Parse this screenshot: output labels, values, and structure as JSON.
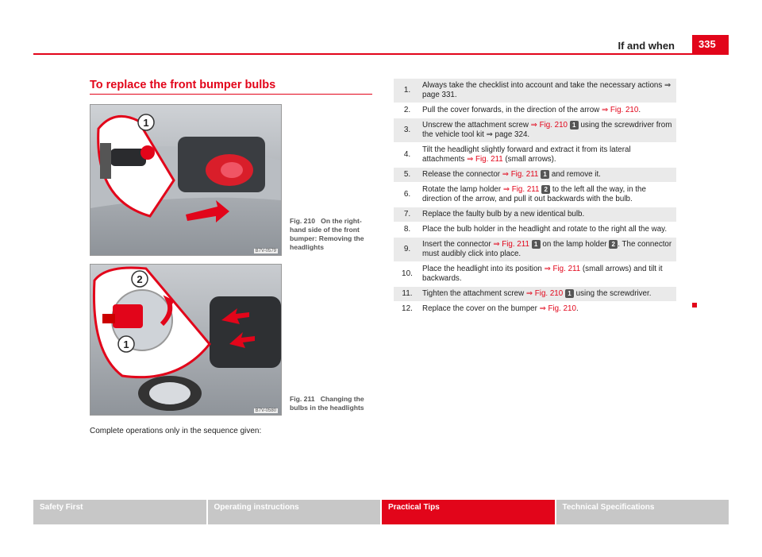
{
  "header": {
    "title": "If and when",
    "page_number": "335"
  },
  "section": {
    "title": "To replace the front bumper bulbs"
  },
  "figures": [
    {
      "code": "B7V-0579",
      "caption_num": "Fig. 210",
      "caption_text": "On the right-hand side of the front bumper: Removing the headlights",
      "callouts": [
        "1"
      ]
    },
    {
      "code": "B7V-0580",
      "caption_num": "Fig. 211",
      "caption_text": "Changing the bulbs in the headlights",
      "callouts": [
        "2",
        "1"
      ]
    }
  ],
  "intro": "Complete operations only in the sequence given:",
  "steps": [
    {
      "num": "1.",
      "parts": [
        {
          "t": "Always take the checklist into account and take the necessary actions ⇒ page 331."
        }
      ]
    },
    {
      "num": "2.",
      "parts": [
        {
          "t": "Pull the cover forwards, in the direction of the arrow "
        },
        {
          "t": "⇒ Fig. 210",
          "x": 1
        },
        {
          "t": "."
        }
      ]
    },
    {
      "num": "3.",
      "parts": [
        {
          "t": "Unscrew the attachment screw "
        },
        {
          "t": "⇒ Fig. 210",
          "x": 1
        },
        {
          "t": " "
        },
        {
          "t": "1",
          "b": 1
        },
        {
          "t": " using the screwdriver from the vehicle tool kit ⇒ page 324."
        }
      ]
    },
    {
      "num": "4.",
      "parts": [
        {
          "t": "Tilt the headlight slightly forward and extract it from its lateral attachments "
        },
        {
          "t": "⇒ Fig. 211",
          "x": 1
        },
        {
          "t": " (small arrows)."
        }
      ]
    },
    {
      "num": "5.",
      "parts": [
        {
          "t": "Release the connector "
        },
        {
          "t": "⇒ Fig. 211",
          "x": 1
        },
        {
          "t": " "
        },
        {
          "t": "1",
          "b": 1
        },
        {
          "t": " and remove it."
        }
      ]
    },
    {
      "num": "6.",
      "parts": [
        {
          "t": "Rotate the lamp holder "
        },
        {
          "t": "⇒ Fig. 211",
          "x": 1
        },
        {
          "t": " "
        },
        {
          "t": "2",
          "b": 1
        },
        {
          "t": " to the left all the way, in the direction of the arrow, and pull it out backwards with the bulb."
        }
      ]
    },
    {
      "num": "7.",
      "parts": [
        {
          "t": "Replace the faulty bulb by a new identical bulb."
        }
      ]
    },
    {
      "num": "8.",
      "parts": [
        {
          "t": "Place the bulb holder in the headlight and rotate to the right all the way."
        }
      ]
    },
    {
      "num": "9.",
      "parts": [
        {
          "t": "Insert the connector "
        },
        {
          "t": "⇒ Fig. 211",
          "x": 1
        },
        {
          "t": " "
        },
        {
          "t": "1",
          "b": 1
        },
        {
          "t": " on the lamp holder "
        },
        {
          "t": "2",
          "b": 1
        },
        {
          "t": ". The connector must audibly click into place."
        }
      ]
    },
    {
      "num": "10.",
      "parts": [
        {
          "t": "Place the headlight into its position "
        },
        {
          "t": "⇒ Fig. 211",
          "x": 1
        },
        {
          "t": " (small arrows) and tilt it backwards."
        }
      ]
    },
    {
      "num": "11.",
      "parts": [
        {
          "t": "Tighten the attachment screw "
        },
        {
          "t": "⇒ Fig. 210",
          "x": 1
        },
        {
          "t": " "
        },
        {
          "t": "1",
          "b": 1
        },
        {
          "t": " using the screwdriver."
        }
      ]
    },
    {
      "num": "12.",
      "parts": [
        {
          "t": "Replace the cover on the bumper "
        },
        {
          "t": "⇒ Fig. 210",
          "x": 1
        },
        {
          "t": "."
        }
      ]
    }
  ],
  "footer": {
    "tabs": [
      "Safety First",
      "Operating instructions",
      "Practical Tips",
      "Technical Specifications"
    ],
    "active_index": 2
  },
  "colors": {
    "accent": "#e2051a",
    "footer_inactive": "#c7c7c7",
    "row_shade": "#eaeaea"
  }
}
